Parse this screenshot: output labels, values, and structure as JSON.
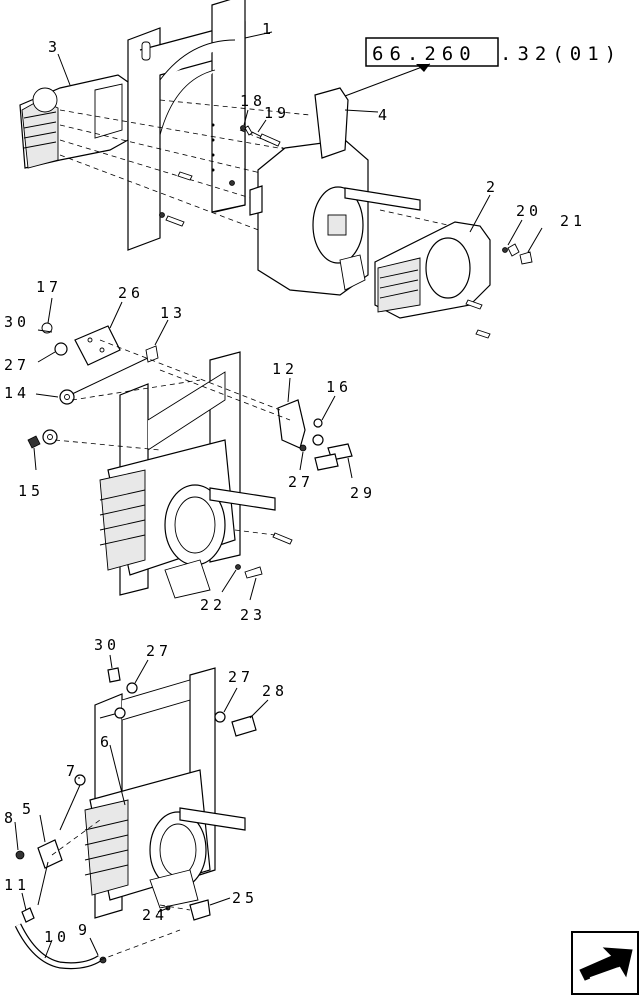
{
  "reference": {
    "boxed": "66.260",
    "suffix": ".32(01)"
  },
  "callouts": [
    "1",
    "2",
    "3",
    "4",
    "5",
    "6",
    "7",
    "8",
    "9",
    "10",
    "11",
    "12",
    "13",
    "14",
    "15",
    "16",
    "17",
    "18",
    "19",
    "20",
    "21",
    "22",
    "23",
    "24",
    "25",
    "26",
    "27",
    "28",
    "29",
    "30"
  ],
  "labels": {
    "top_1": "1",
    "top_3": "3",
    "top_18": "18",
    "top_19": "19",
    "top_4": "4",
    "top_2": "2",
    "top_20": "20",
    "top_21": "21",
    "mid_17": "17",
    "mid_26": "26",
    "mid_13": "13",
    "mid_30": "30",
    "mid_27": "27",
    "mid_14": "14",
    "mid_15": "15",
    "mid_12": "12",
    "mid_16": "16",
    "mid_27b": "27",
    "mid_29": "29",
    "mid_22": "22",
    "mid_23": "23",
    "bot_30": "30",
    "bot_27": "27",
    "bot_27b": "27",
    "bot_28": "28",
    "bot_6": "6",
    "bot_7": "7",
    "bot_5": "5",
    "bot_8": "8",
    "bot_11": "11",
    "bot_10": "10",
    "bot_9": "9",
    "bot_24": "24",
    "bot_25": "25"
  },
  "nav_icon": "previous-page-arrow-icon"
}
